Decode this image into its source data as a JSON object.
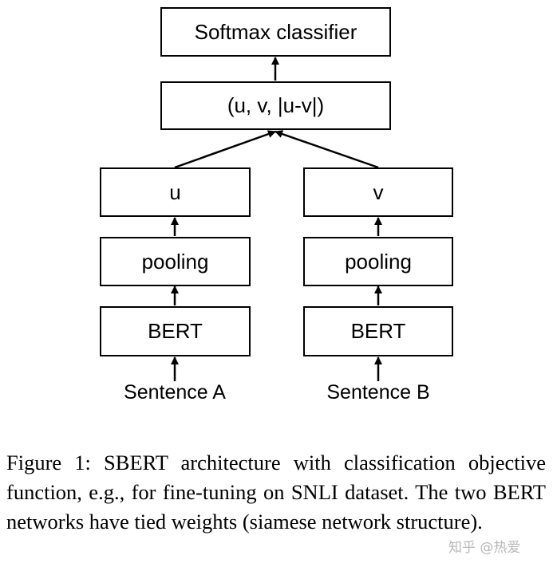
{
  "diagram": {
    "nodes": {
      "softmax": "Softmax classifier",
      "concat": "(u, v, |u-v|)",
      "u": "u",
      "v": "v",
      "pooling_a": "pooling",
      "pooling_b": "pooling",
      "bert_a": "BERT",
      "bert_b": "BERT"
    },
    "inputs": {
      "sentence_a": "Sentence A",
      "sentence_b": "Sentence B"
    },
    "edges": [
      [
        "sentence_a",
        "bert_a"
      ],
      [
        "bert_a",
        "pooling_a"
      ],
      [
        "pooling_a",
        "u"
      ],
      [
        "u",
        "concat"
      ],
      [
        "sentence_b",
        "bert_b"
      ],
      [
        "bert_b",
        "pooling_b"
      ],
      [
        "pooling_b",
        "v"
      ],
      [
        "v",
        "concat"
      ],
      [
        "concat",
        "softmax"
      ]
    ]
  },
  "caption": "Figure 1: SBERT architecture with classification objective function, e.g., for fine-tuning on SNLI dataset. The two BERT networks have tied weights (siamese network structure).",
  "watermark": "知乎 @热爱"
}
